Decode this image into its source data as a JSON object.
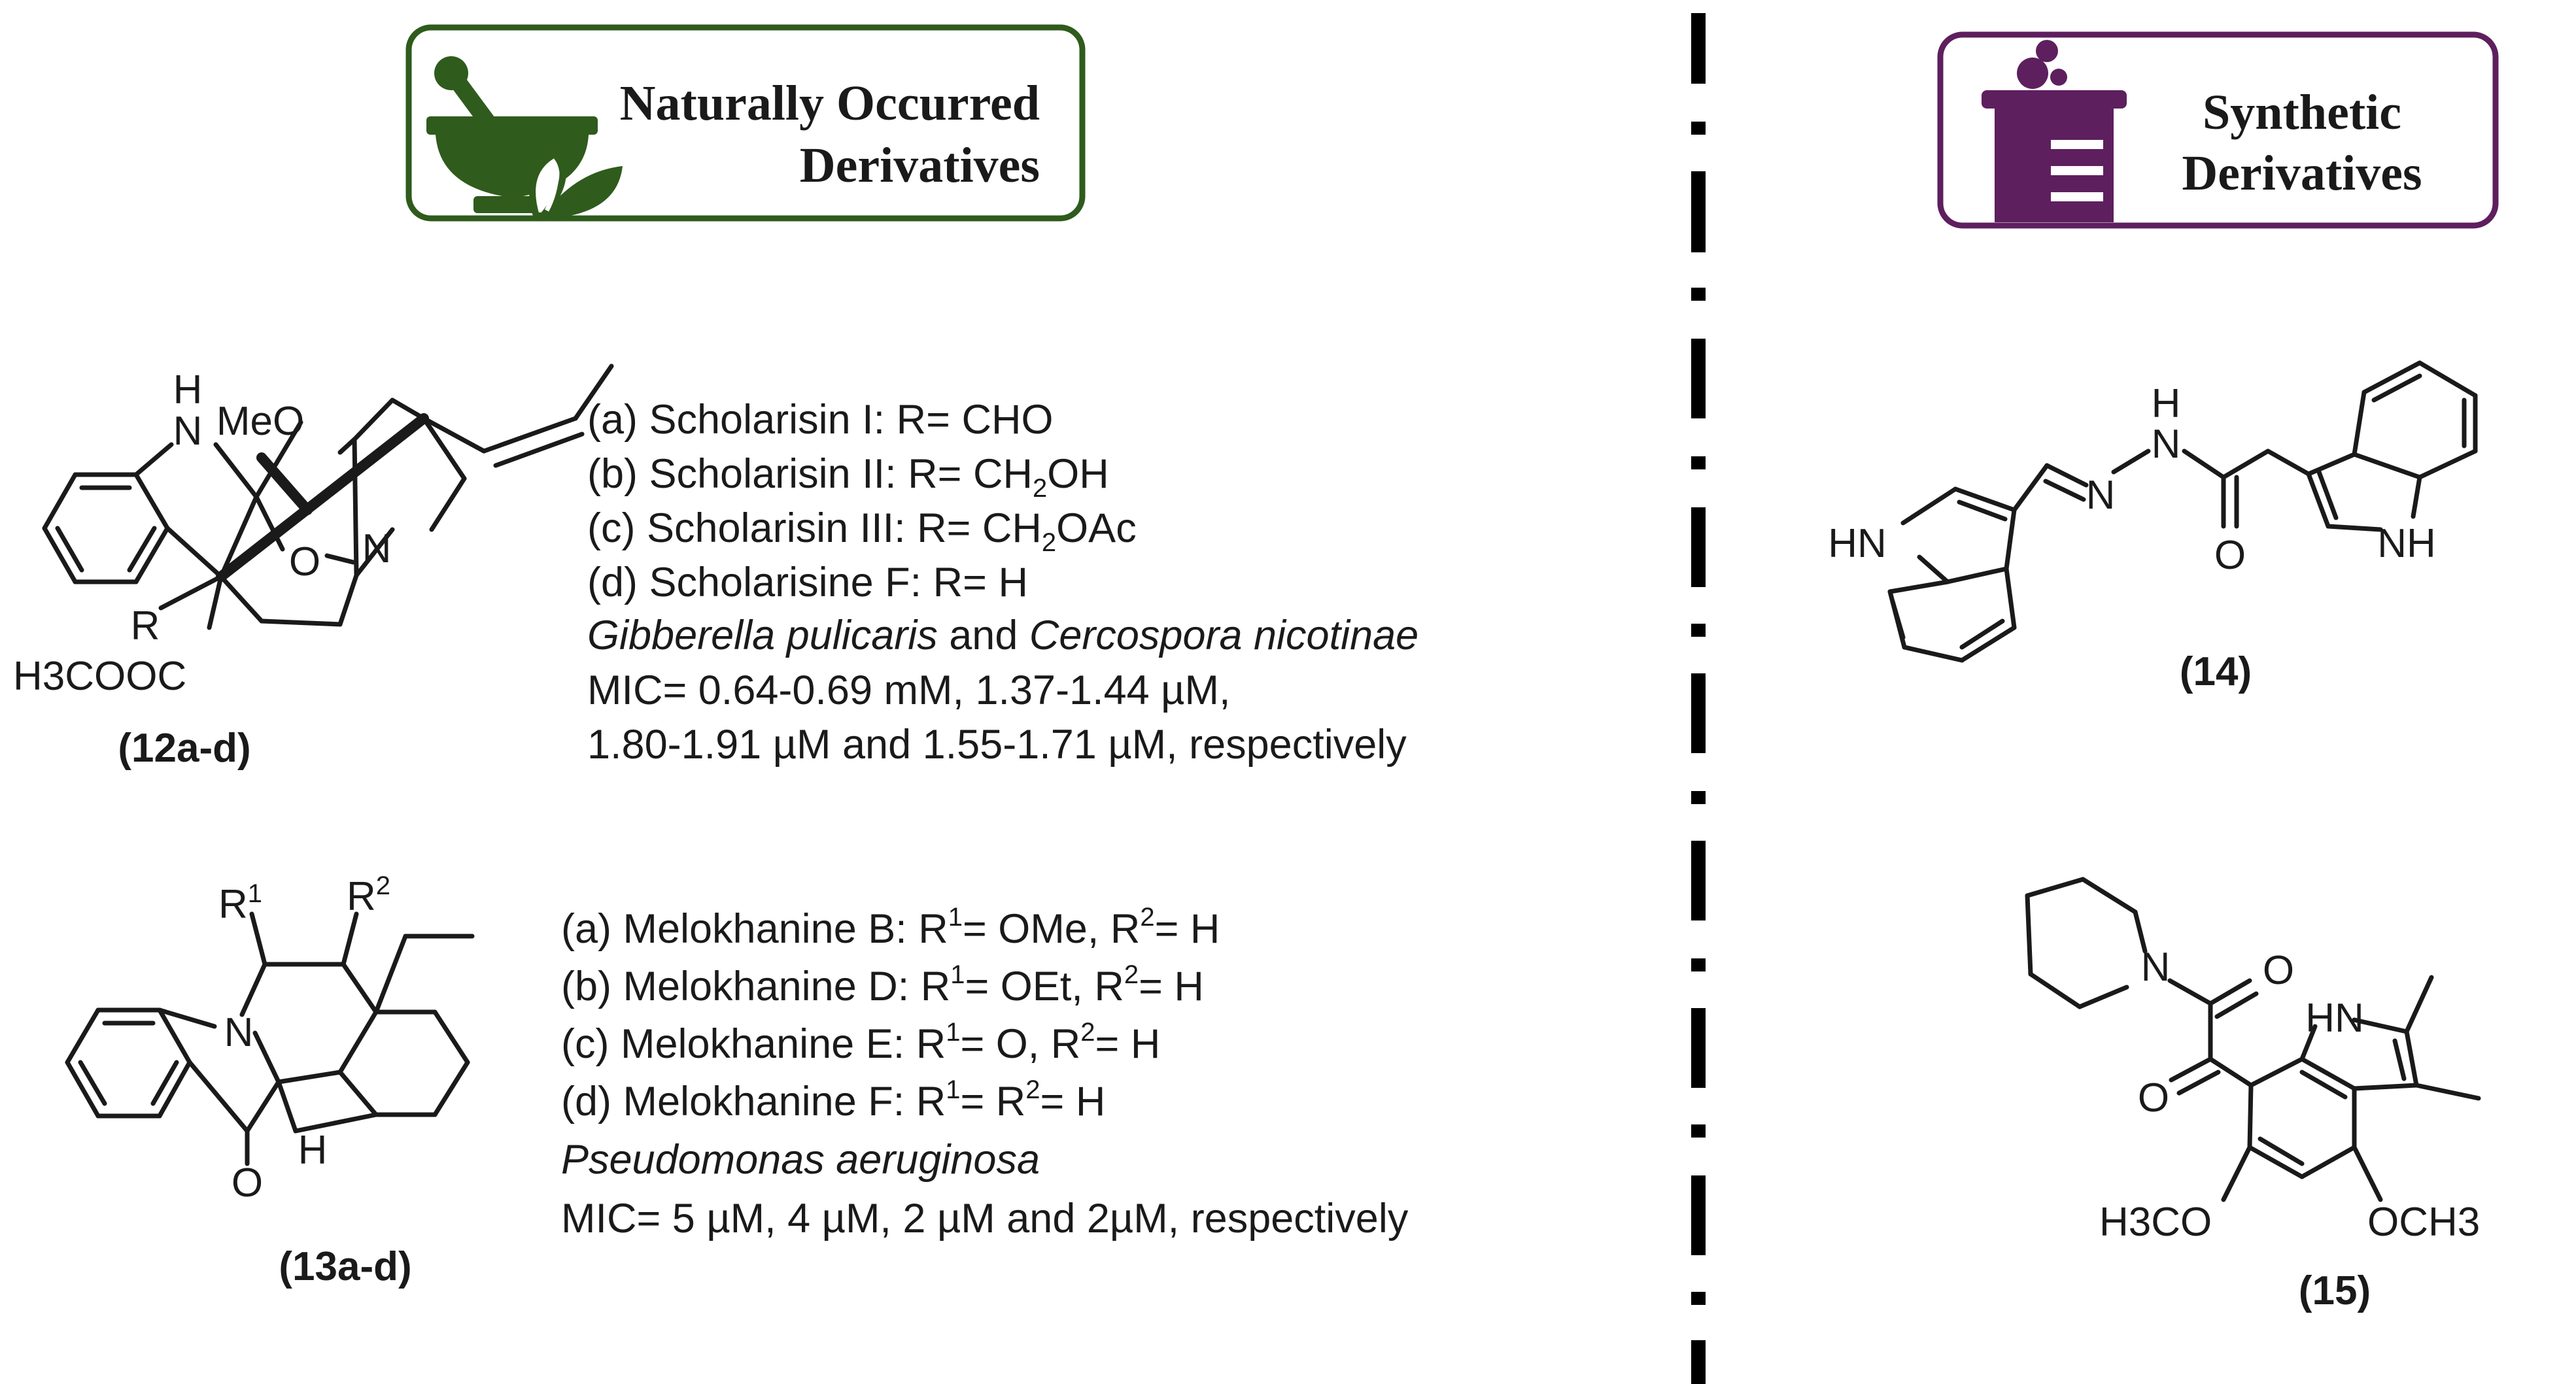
{
  "colors": {
    "natural_green": "#2f5b1c",
    "synthetic_purple": "#5e1f5e",
    "text": "#1a1a1a",
    "divider": "#000000"
  },
  "icons": {
    "natural": "mortar-pestle-leaf-icon",
    "synthetic": "beaker-bubbles-icon"
  },
  "header": {
    "natural_line1": "Naturally Occurred",
    "natural_line2": "Derivatives",
    "synthetic_line1": "Synthetic",
    "synthetic_line2": "Derivatives"
  },
  "compound_12": {
    "label": "(12a-d)",
    "atoms": {
      "H": "H",
      "N": "N",
      "MeO": "MeO",
      "O": "O",
      "N2": "N",
      "R": "R",
      "ester": "H3COOC"
    },
    "items": [
      {
        "pre": "(a) Scholarisin I: R= CHO"
      },
      {
        "pre": "(b) Scholarisin II: R= CH",
        "sub": "2",
        "post": "OH"
      },
      {
        "pre": "(c) Scholarisin III: R= CH",
        "sub": "2",
        "post": "OAc"
      },
      {
        "pre": "(d) Scholarisine F: R= H"
      }
    ],
    "organism_1": "Gibberella pulicaris",
    "organism_join": " and ",
    "organism_2": "Cercospora nicotinae",
    "mic_line1": "MIC= 0.64-0.69 mM, 1.37-1.44 µM,",
    "mic_line2": "1.80-1.91 µM and 1.55-1.71 µM, respectively"
  },
  "compound_13": {
    "label": "(13a-d)",
    "atoms": {
      "R1": "R",
      "R1_sup": "1",
      "R2": "R",
      "R2_sup": "2",
      "N": "N",
      "O": "O",
      "H": "H"
    },
    "items": [
      {
        "a": "(a) Melokhanine B: R",
        "b": "= OMe, R",
        "c": "= H"
      },
      {
        "a": "(b) Melokhanine D: R",
        "b": "= OEt, R",
        "c": "= H"
      },
      {
        "a": "(c) Melokhanine E: R",
        "b": "= O, R",
        "c": "= H"
      },
      {
        "a": "(d) Melokhanine F: R",
        "b": "= R",
        "c": "= H"
      }
    ],
    "sup1": "1",
    "sup2": "2",
    "organism": "Pseudomonas aeruginosa",
    "mic": "MIC= 5 µM, 4 µM, 2 µM and 2µM, respectively"
  },
  "compound_14": {
    "label": "(14)",
    "atoms": {
      "HN_left": "HN",
      "N_eq": "N",
      "H_top": "H",
      "N_top": "N",
      "O": "O",
      "NH_right": "NH"
    }
  },
  "compound_15": {
    "label": "(15)",
    "atoms": {
      "N_pip": "N",
      "O1": "O",
      "HN": "HN",
      "O2": "O",
      "H3CO": "H3CO",
      "OCH3": "OCH3"
    }
  }
}
